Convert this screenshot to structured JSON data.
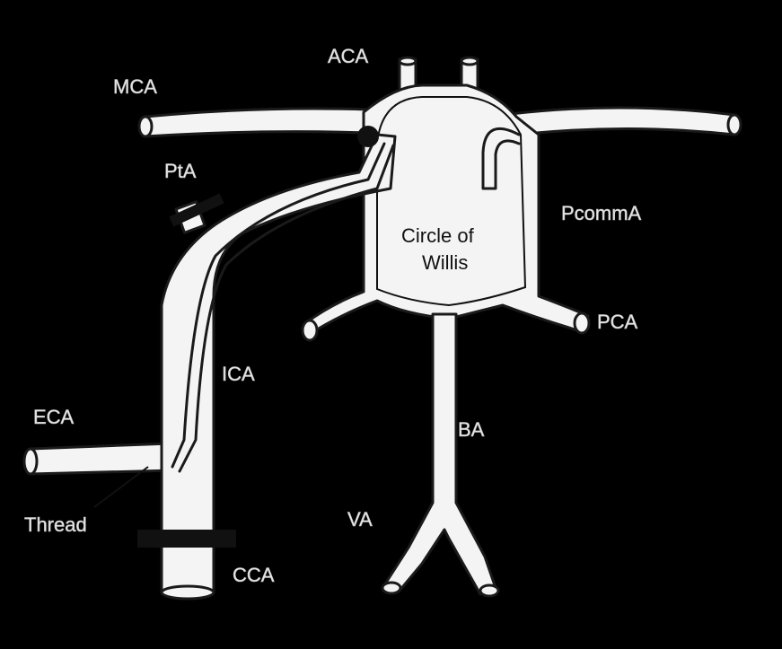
{
  "diagram": {
    "labels": {
      "aca": "ACA",
      "mca": "MCA",
      "pta": "PtA",
      "pcomma": "PcommA",
      "circle_line1": "Circle of",
      "circle_line2": "Willis",
      "pca": "PCA",
      "ica": "ICA",
      "eca": "ECA",
      "ba": "BA",
      "thread": "Thread",
      "va": "VA",
      "cca": "CCA"
    },
    "colors": {
      "background": "#000000",
      "vessel_fill": "#f4f4f4",
      "vessel_outline": "#1a1a1a",
      "label_text": "#e9e9e9"
    }
  }
}
